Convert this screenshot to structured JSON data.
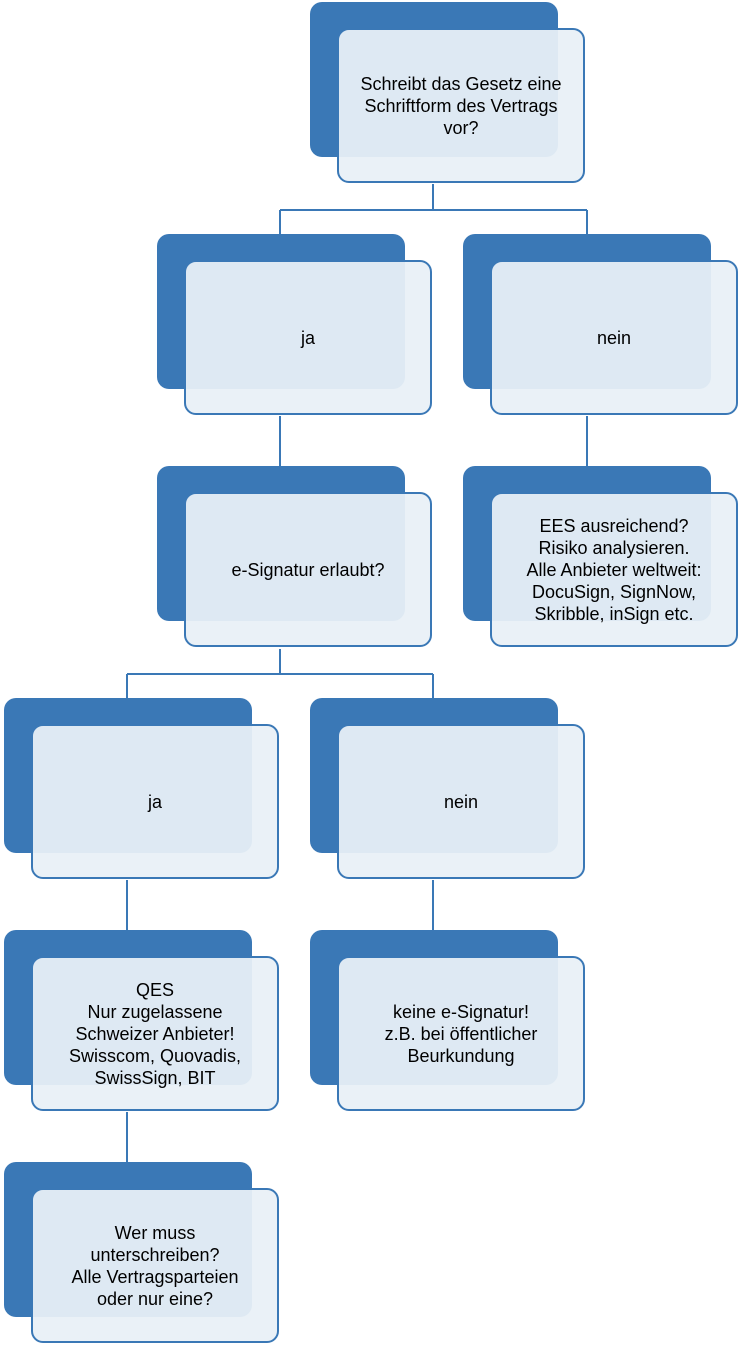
{
  "nodes": {
    "root": "Schreibt das Gesetz eine\nSchriftform des Vertrags\nvor?",
    "ja_1": "ja",
    "nein_1": "nein",
    "esig_allowed": "e-Signatur erlaubt?",
    "ees": "EES ausreichend?\nRisiko analysieren.\nAlle  Anbieter weltweit:\nDocuSign, SignNow,\nSkribble, inSign etc.",
    "ja_2": "ja",
    "nein_2": "nein",
    "qes": "QES\nNur zugelassene\nSchweizer Anbieter!\nSwisscom, Quovadis,\nSwissSign, BIT",
    "keine": "keine e-Signatur!\nz.B. bei öffentlicher\nBeurkundung",
    "wer": "Wer muss\nunterschreiben?\nAlle Vertragsparteien\noder nur eine?"
  },
  "colors": {
    "accent": "#3a78b6",
    "box_fill": "#e9f0f7",
    "text": "#000000"
  }
}
